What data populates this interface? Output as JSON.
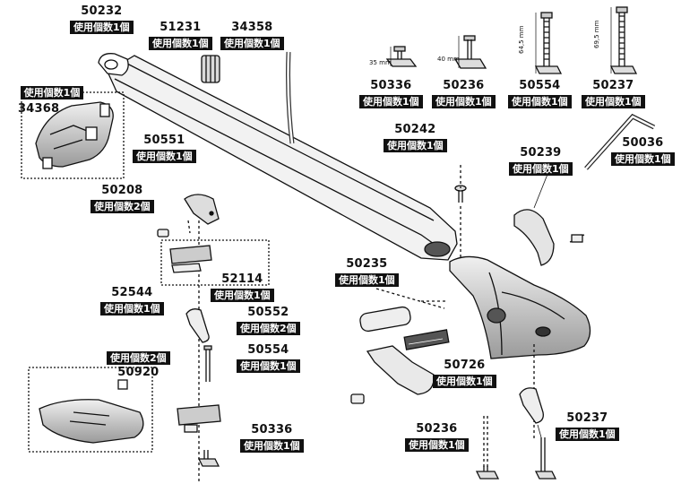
{
  "parts": [
    {
      "id": "p50232",
      "number": "50232",
      "qty": "使用個数1個"
    },
    {
      "id": "p51231",
      "number": "51231",
      "qty": "使用個数1個"
    },
    {
      "id": "p34358",
      "number": "34358",
      "qty": "使用個数1個"
    },
    {
      "id": "p34368",
      "number": "34368",
      "qty": "使用個数1個"
    },
    {
      "id": "p50336a",
      "number": "50336",
      "qty": "使用個数1個"
    },
    {
      "id": "p50236a",
      "number": "50236",
      "qty": "使用個数1個"
    },
    {
      "id": "p50554a",
      "number": "50554",
      "qty": "使用個数1個"
    },
    {
      "id": "p50237a",
      "number": "50237",
      "qty": "使用個数1個"
    },
    {
      "id": "p50551",
      "number": "50551",
      "qty": "使用個数1個"
    },
    {
      "id": "p50242",
      "number": "50242",
      "qty": "使用個数1個"
    },
    {
      "id": "p50239",
      "number": "50239",
      "qty": "使用個数1個"
    },
    {
      "id": "p50036",
      "number": "50036",
      "qty": "使用個数1個"
    },
    {
      "id": "p50208",
      "number": "50208",
      "qty": "使用個数2個"
    },
    {
      "id": "p50235",
      "number": "50235",
      "qty": "使用個数1個"
    },
    {
      "id": "p52114",
      "number": "52114",
      "qty": "使用個数1個"
    },
    {
      "id": "p52544",
      "number": "52544",
      "qty": "使用個数1個"
    },
    {
      "id": "p50552",
      "number": "50552",
      "qty": "使用個数2個"
    },
    {
      "id": "p50920",
      "number": "50920",
      "qty": "使用個数2個"
    },
    {
      "id": "p50554b",
      "number": "50554",
      "qty": "使用個数1個"
    },
    {
      "id": "p50726",
      "number": "50726",
      "qty": "使用個数1個"
    },
    {
      "id": "p50336b",
      "number": "50336",
      "qty": "使用個数1個"
    },
    {
      "id": "p50236b",
      "number": "50236",
      "qty": "使用個数1個"
    },
    {
      "id": "p50237b",
      "number": "50237",
      "qty": "使用個数1個"
    }
  ],
  "dims": {
    "d35": "35 mm",
    "d40": "40 mm",
    "d645": "64,5 mm",
    "d695": "69,5 mm"
  },
  "colors": {
    "ink": "#111111",
    "label_bg": "#111111",
    "label_text": "#ffffff",
    "part_fill": "#d9d9d9",
    "part_dark": "#3a3a3a"
  }
}
